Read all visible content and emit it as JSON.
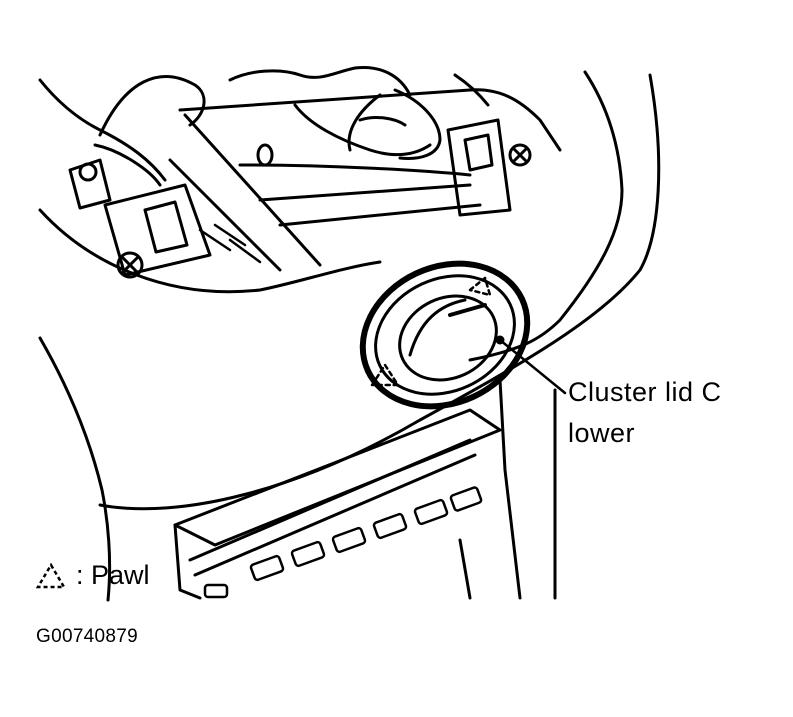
{
  "diagram": {
    "callout": {
      "line1": "Cluster lid C",
      "line2": "lower"
    },
    "legend": {
      "symbol_icon": "dashed-triangle-pawl-icon",
      "text": ": Pawl"
    },
    "figure_id": "G00740879",
    "line_color": "#000000",
    "background_color": "#ffffff"
  }
}
